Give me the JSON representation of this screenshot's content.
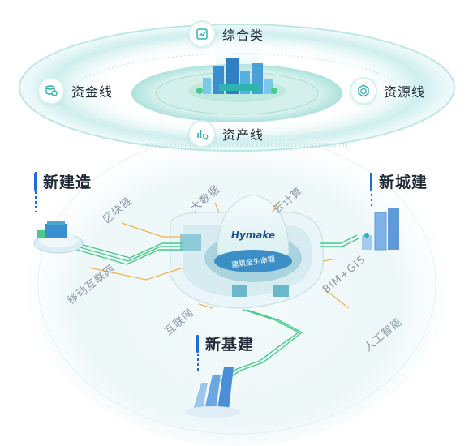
{
  "top_ring": {
    "north_label": "综合类",
    "west_label": "资金线",
    "east_label": "资源线",
    "south_label": "资产线",
    "binary_text": "1010010110100101011010010110011010010101100101101010010110100101011010010110"
  },
  "hub": {
    "brand": "Hymake",
    "subtitle": "建筑全生命期"
  },
  "regions": {
    "new_construction": "新建造",
    "new_city": "新城建",
    "new_infrastructure": "新基建"
  },
  "networks": {
    "blockchain": "区块链",
    "big_data": "大数据",
    "cloud_computing": "云计算",
    "mobile_internet": "移动互联网",
    "bim_gis": "BIM+GIS",
    "internet": "互联网",
    "ai": "人工智能"
  },
  "colors": {
    "accent_blue": "#1a6fd6",
    "teal": "#2fb3b0",
    "line_green": "#49c98a",
    "line_orange": "#f3b04c"
  },
  "icons": [
    "chart-icon",
    "coin-stack-icon",
    "hexagon-cube-icon",
    "bar-chart-gear-icon"
  ]
}
